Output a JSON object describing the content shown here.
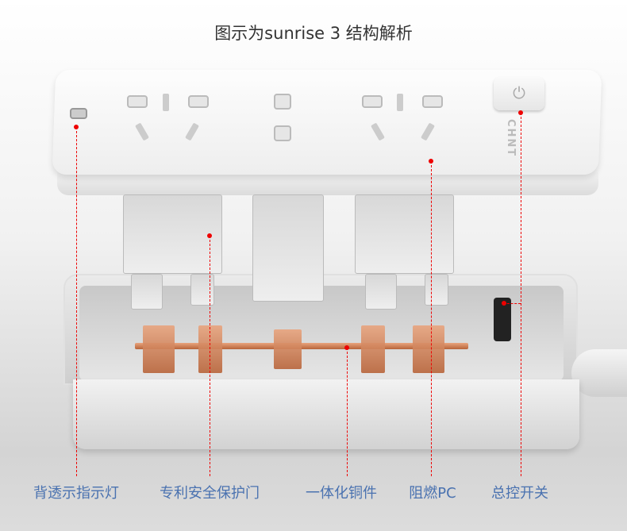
{
  "title": "图示为sunrise 3 结构解析",
  "product": {
    "logo_text": "CHNT",
    "power_icon": "power-icon"
  },
  "labels": [
    {
      "text": "背透示指示灯"
    },
    {
      "text": "专利安全保护门"
    },
    {
      "text": "一体化铜件"
    },
    {
      "text": "阻燃PC"
    },
    {
      "text": "总控开关"
    }
  ],
  "colors": {
    "label": "#4a72b0",
    "leader_line": "#e00000"
  }
}
